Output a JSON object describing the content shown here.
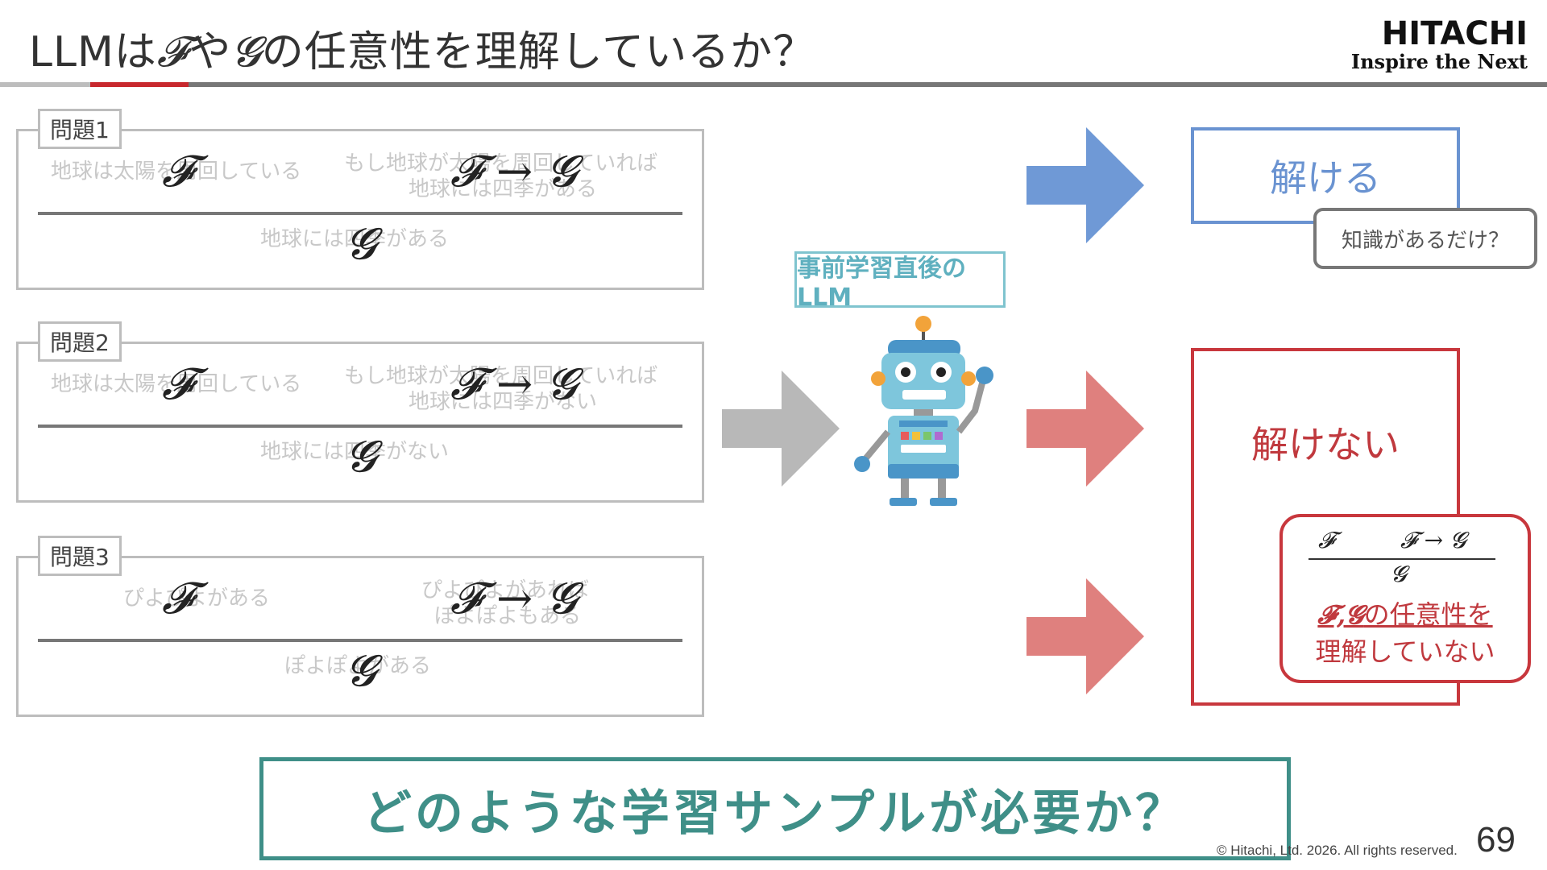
{
  "slide": {
    "title_prefix": "LLMは",
    "title_F": "𝓕",
    "title_mid": "や",
    "title_G": "𝓖",
    "title_suffix": "の任意性を理解しているか？",
    "page_number": "69",
    "copyright": "© Hitachi, Ltd. 2026. All rights reserved."
  },
  "logo": {
    "brand": "HITACHI",
    "tagline": "Inspire the Next"
  },
  "problems": [
    {
      "label": "問題1",
      "premise1_text": "地球は太陽を周回している",
      "premise2_text_line1": "もし地球が太陽を周回していれば",
      "premise2_text_line2": "地球には四季がある",
      "conclusion_text": "地球には四季がある",
      "symbol_F": "𝓕",
      "symbol_implication": "𝓕 → 𝓖",
      "symbol_G": "𝓖"
    },
    {
      "label": "問題2",
      "premise1_text": "地球は太陽を周回している",
      "premise2_text_line1": "もし地球が太陽を周回していれば",
      "premise2_text_line2": "地球には四季がない",
      "conclusion_text": "地球には四季がない",
      "symbol_F": "𝓕",
      "symbol_implication": "𝓕 → 𝓖",
      "symbol_G": "𝓖"
    },
    {
      "label": "問題3",
      "premise1_text": "ぴよぴよがある",
      "premise2_text_line1": "ぴよぴよがあれば",
      "premise2_text_line2": "ぽよぽよもある",
      "conclusion_text": "ぽよぽよがある",
      "symbol_F": "𝓕",
      "symbol_implication": "𝓕 → 𝓖",
      "symbol_G": "𝓖"
    }
  ],
  "robot": {
    "label": "事前学習直後のLLM"
  },
  "outcomes": {
    "solvable": "解ける",
    "solvable_note": "知識があるだけ？",
    "unsolvable": "解けない",
    "unsolvable_note_F": "𝓕",
    "unsolvable_note_impl": "𝓕 → 𝓖",
    "unsolvable_note_G": "𝓖",
    "unsolvable_note_line1_sym": "𝓕,𝓖",
    "unsolvable_note_line1_rest": "の任意性を",
    "unsolvable_note_line2": "理解していない"
  },
  "bottom_question": "どのような学習サンプルが必要か？",
  "colors": {
    "accent_red": "#c8373d",
    "accent_blue": "#6a93d1",
    "accent_teal": "#3f8f88",
    "robot_label": "#5fb0bf",
    "arrow_gray": "#b8b8b8",
    "arrow_blue": "#6f99d6",
    "arrow_red": "#df807e"
  }
}
